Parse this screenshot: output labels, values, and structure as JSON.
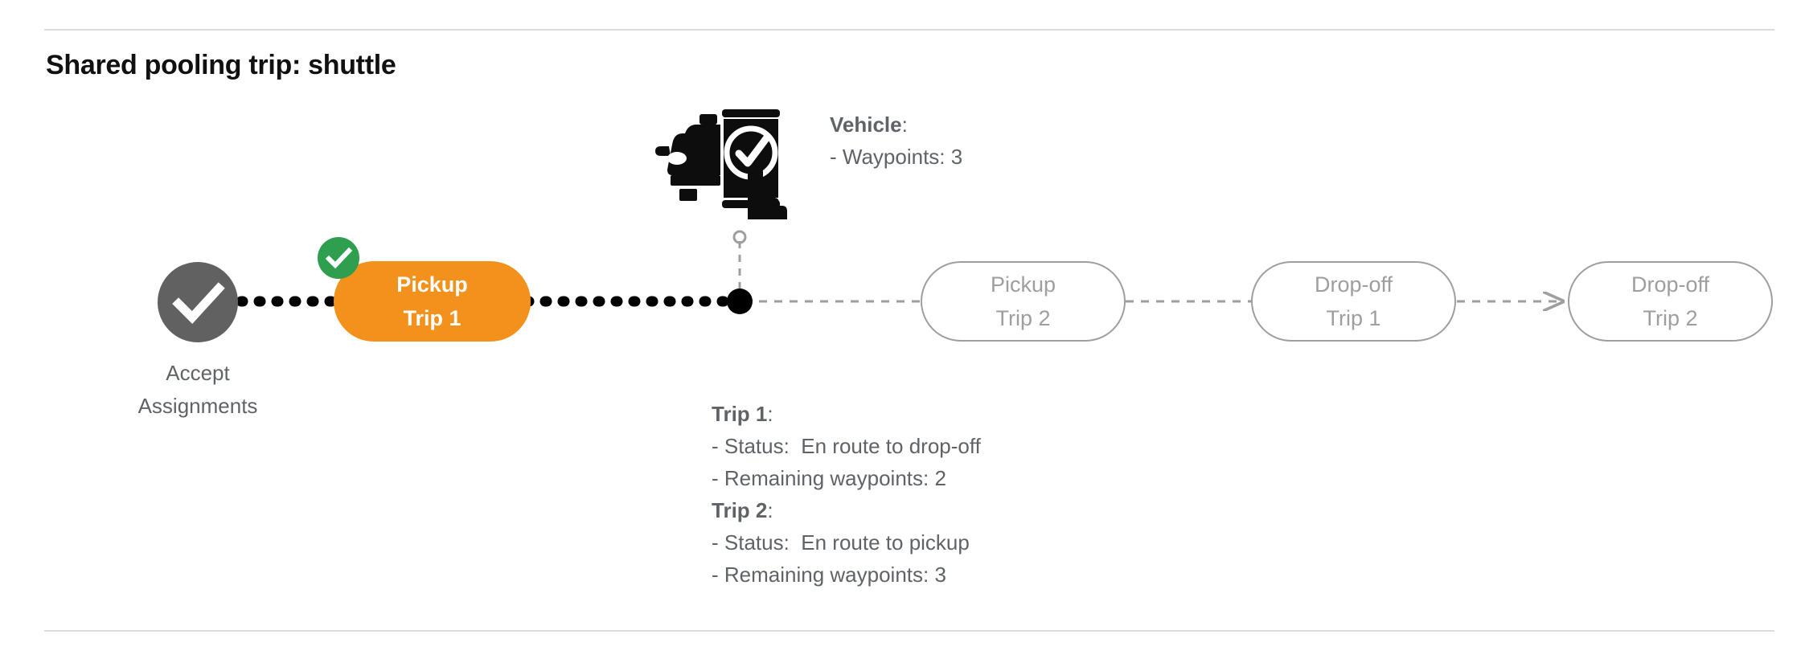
{
  "page": {
    "title": "Shared pooling trip: shuttle"
  },
  "flow": {
    "start_node": {
      "name": "accept-assignments",
      "icon": "check-circle-icon",
      "label_line1": "Accept",
      "label_line2": "Assignments",
      "color": "#616161"
    },
    "nodes": [
      {
        "id": "pickup-trip-1",
        "label_line1": "Pickup",
        "label_line2": "Trip 1",
        "state": "completed",
        "fill": "#f2921d",
        "text_color": "#ffffff",
        "badge": "check-badge-icon",
        "badge_color": "#2e9e4f"
      },
      {
        "id": "pickup-trip-2",
        "label_line1": "Pickup",
        "label_line2": "Trip 2",
        "state": "pending",
        "fill": "#ffffff",
        "text_color": "#9e9e9e"
      },
      {
        "id": "drop-off-trip-1",
        "label_line1": "Drop-off",
        "label_line2": "Trip 1",
        "state": "pending",
        "fill": "#ffffff",
        "text_color": "#9e9e9e"
      },
      {
        "id": "drop-off-trip-2",
        "label_line1": "Drop-off",
        "label_line2": "Trip 2",
        "state": "pending",
        "fill": "#ffffff",
        "text_color": "#9e9e9e"
      }
    ],
    "vehicle_marker": {
      "icon": "vehicle-phone-check-icon",
      "position_dot": "current-vehicle-position"
    }
  },
  "vehicle_info": {
    "heading": "Vehicle",
    "heading_suffix": ":",
    "lines": [
      "- Waypoints: 3"
    ]
  },
  "trip_info": {
    "trip1": {
      "heading": "Trip 1",
      "heading_suffix": ":",
      "status_label": "- Status:",
      "status_value": "En route to drop-off",
      "waypoints": "- Remaining waypoints: 2"
    },
    "trip2": {
      "heading": "Trip 2",
      "heading_suffix": ":",
      "status_label": "- Status:",
      "status_value": "En route to pickup",
      "waypoints": "- Remaining waypoints: 3"
    }
  },
  "colors": {
    "active": "#f2921d",
    "completed": "#616161",
    "badge_green": "#2e9e4f",
    "pending_outline": "#9e9e9e",
    "text_gray": "#5f6368",
    "rule": "#dadce0"
  }
}
